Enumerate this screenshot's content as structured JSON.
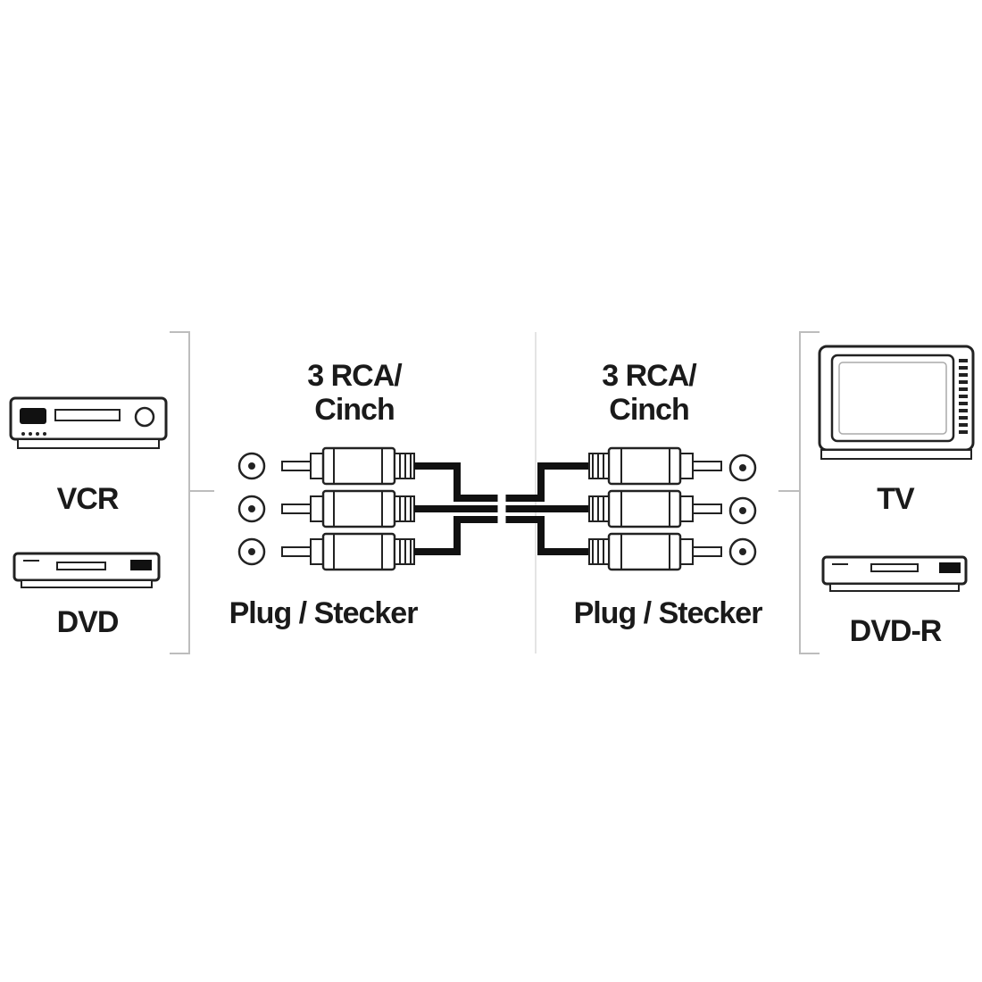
{
  "left_devices": [
    {
      "label": "VCR",
      "icon": "vcr-icon"
    },
    {
      "label": "DVD",
      "icon": "dvd-player-icon"
    }
  ],
  "right_devices": [
    {
      "label": "TV",
      "icon": "tv-icon"
    },
    {
      "label": "DVD-R",
      "icon": "dvd-recorder-icon"
    }
  ],
  "left_connector": {
    "title_line1": "3 RCA/",
    "title_line2": "Cinch",
    "type_label": "Plug / Stecker"
  },
  "right_connector": {
    "title_line1": "3 RCA/",
    "title_line2": "Cinch",
    "type_label": "Plug / Stecker"
  },
  "cable": {
    "plug_count": 3,
    "color": "#111111"
  }
}
